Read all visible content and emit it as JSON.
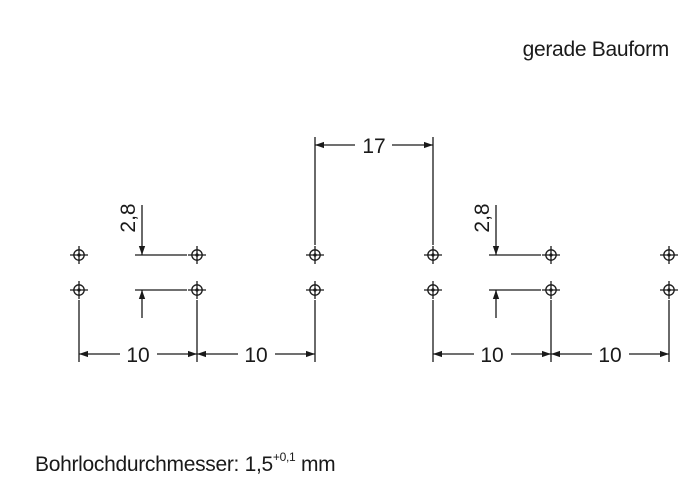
{
  "title": "gerade Bauform",
  "dimensions": {
    "pitch_left_1": "10",
    "pitch_left_2": "10",
    "pitch_gap": "17",
    "pitch_right_1": "10",
    "pitch_right_2": "10",
    "row_spacing_left": "2,8",
    "row_spacing_right": "2,8"
  },
  "footer": {
    "label": "Bohrlochdurchmesser: 1,5",
    "tolerance": "+0,1",
    "unit": " mm"
  },
  "colors": {
    "line": "#1a1a1a",
    "background": "#ffffff"
  }
}
